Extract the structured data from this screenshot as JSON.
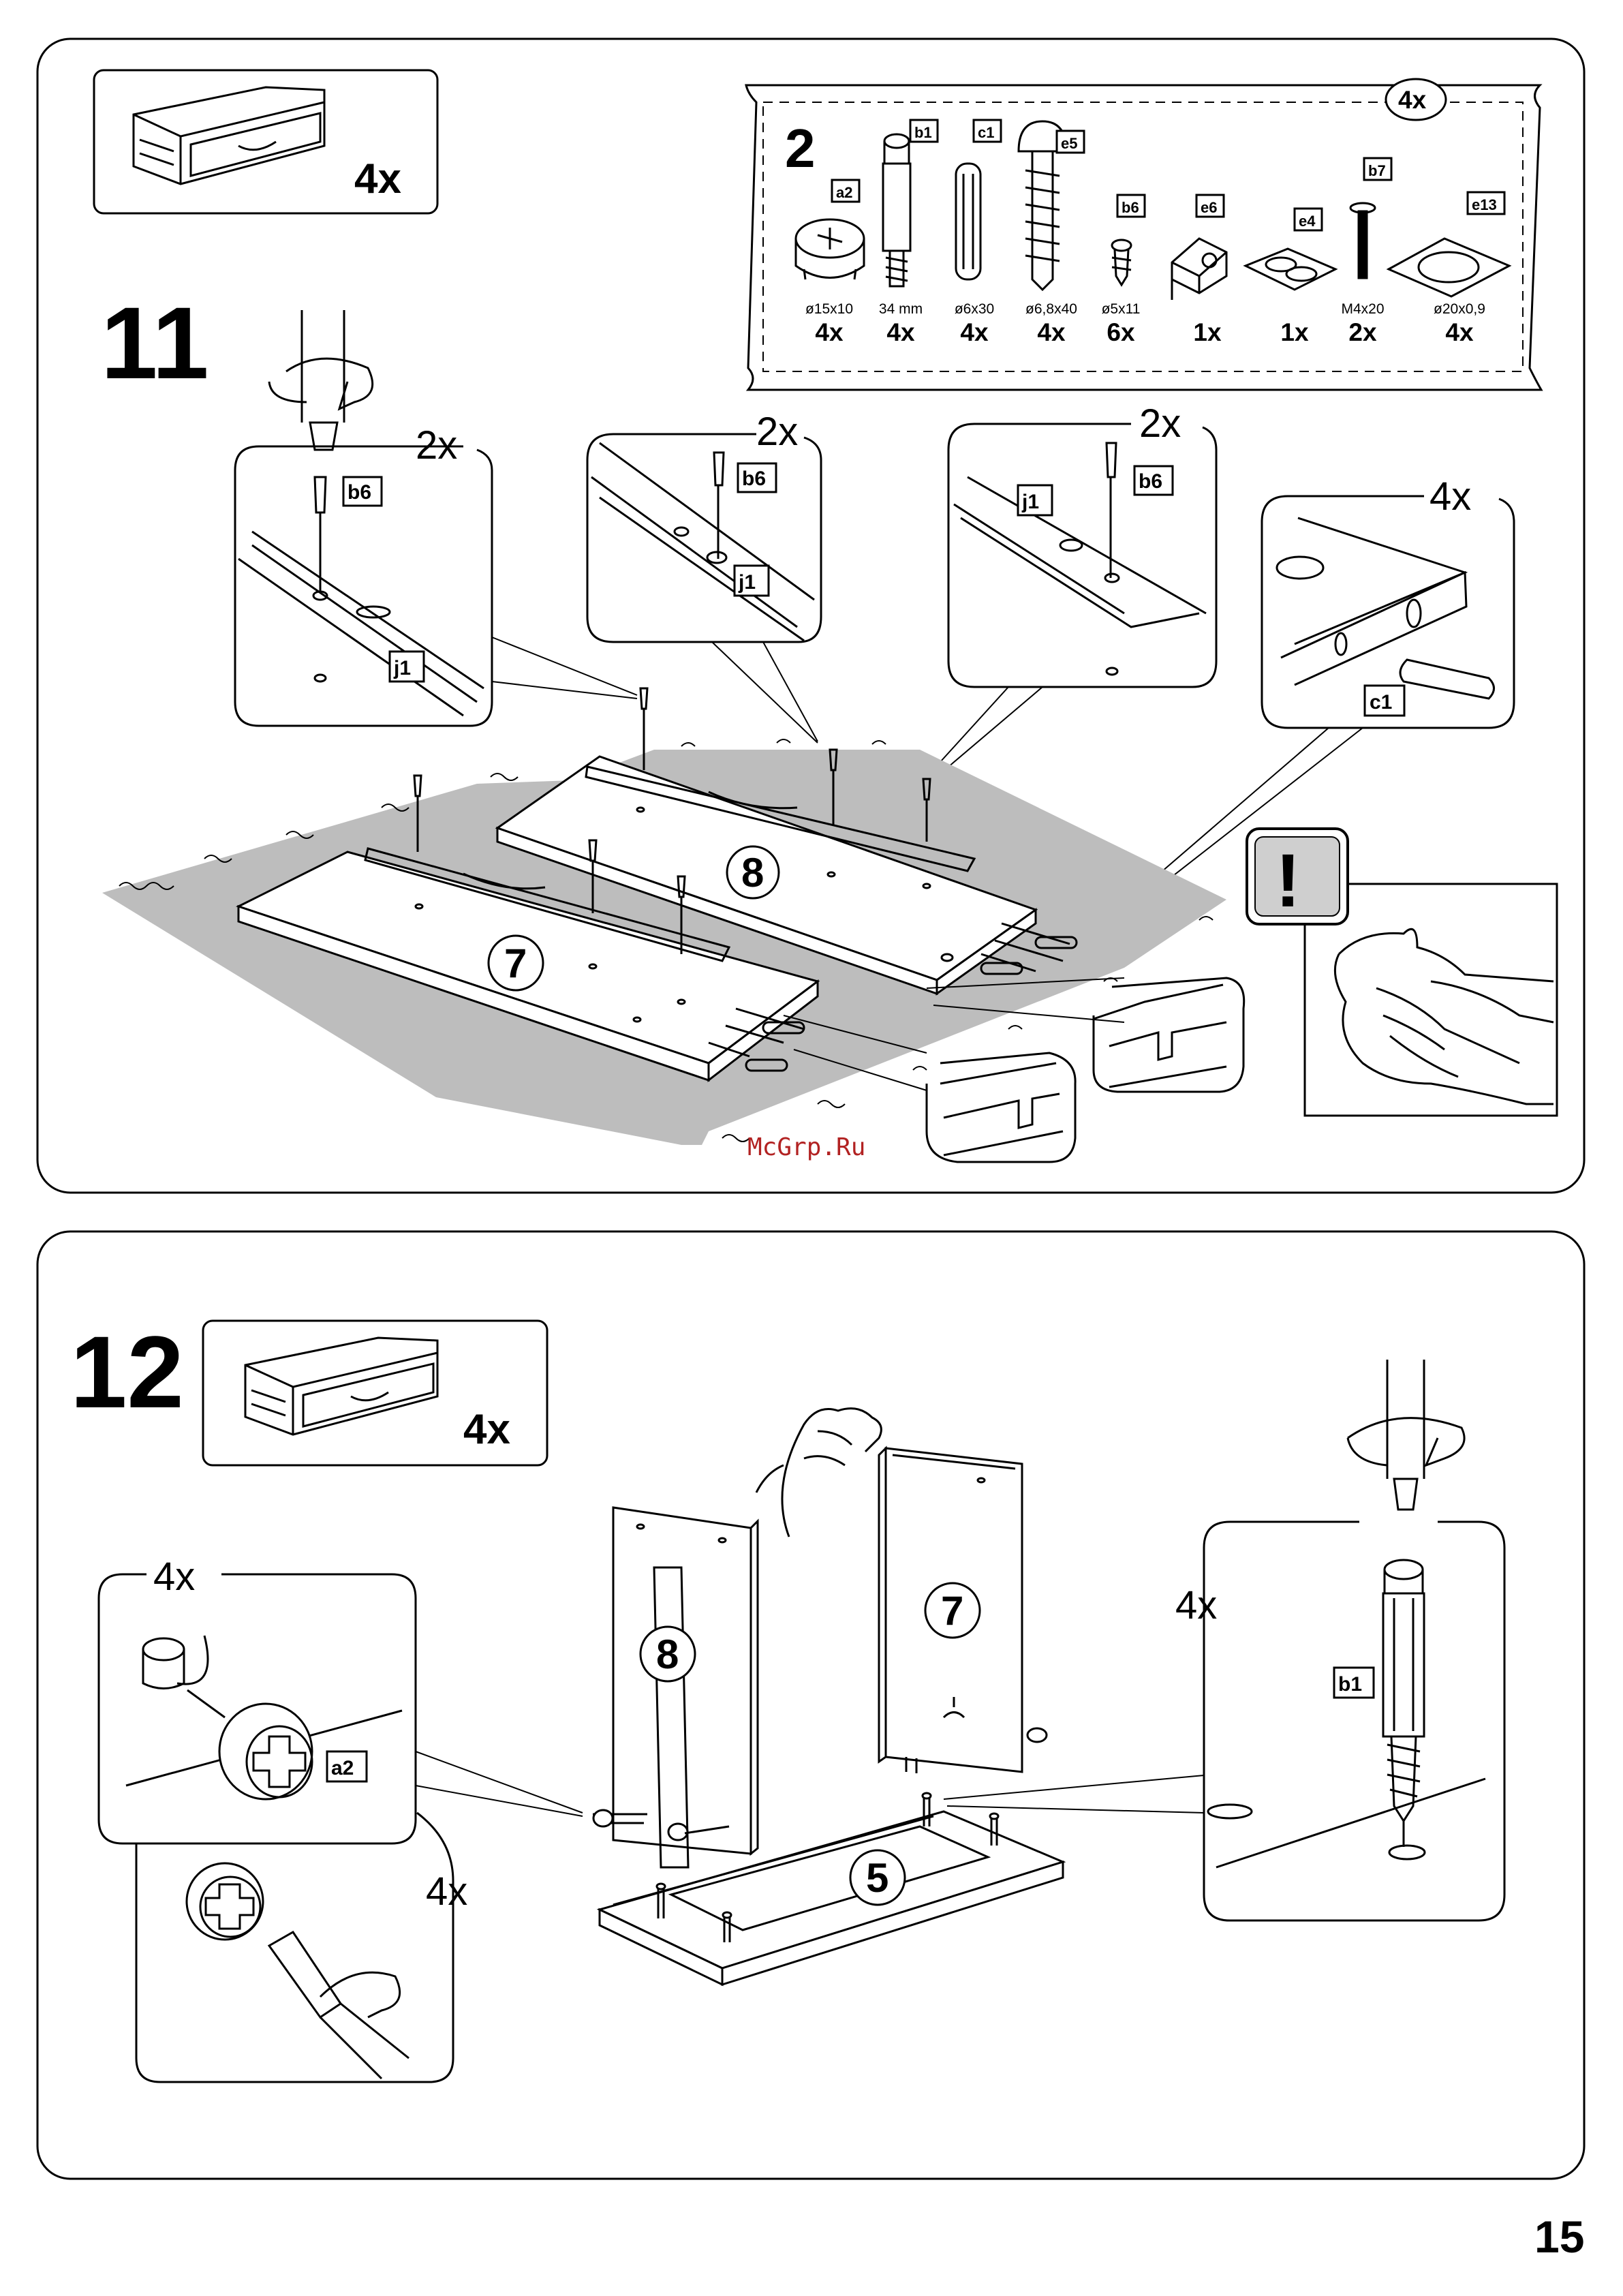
{
  "page_number": "15",
  "watermark": "McGrp.Ru",
  "step11": {
    "number": "11",
    "drawer_qty": "4x",
    "parts_set": {
      "number": "2",
      "total_qty": "4x",
      "parts": [
        {
          "id": "a2",
          "size": "ø15x10",
          "qty": "4x"
        },
        {
          "id": "b1",
          "size": "34 mm",
          "qty": "4x"
        },
        {
          "id": "c1",
          "size": "ø6x30",
          "qty": "4x"
        },
        {
          "id": "e5",
          "size": "ø6,8x40",
          "qty": "4x"
        },
        {
          "id": "b6",
          "size": "ø5x11",
          "qty": "6x"
        },
        {
          "id": "e6",
          "size": "",
          "qty": "1x"
        },
        {
          "id": "e4",
          "size": "",
          "qty": "1x"
        },
        {
          "id": "b7",
          "size": "M4x20",
          "qty": "2x"
        },
        {
          "id": "e13",
          "size": "ø20x0,9",
          "qty": "4x"
        }
      ]
    },
    "callouts": {
      "detail1": {
        "mult": "2x",
        "screw": "b6",
        "rail": "j1"
      },
      "detail2": {
        "mult": "2x",
        "screw": "b6",
        "rail": "j1"
      },
      "detail3": {
        "mult": "2x",
        "screw": "b6",
        "rail": "j1"
      },
      "dowel": {
        "mult": "4x",
        "part": "c1"
      }
    },
    "panels": [
      "7",
      "8"
    ],
    "warning_symbol": "!"
  },
  "step12": {
    "number": "12",
    "drawer_qty": "4x",
    "cam_detail": {
      "mult": "4x",
      "part": "a2"
    },
    "cam_turn": {
      "mult": "4x"
    },
    "bolt_detail": {
      "mult": "4x",
      "part": "b1"
    },
    "panels": [
      "8",
      "7",
      "5"
    ]
  }
}
